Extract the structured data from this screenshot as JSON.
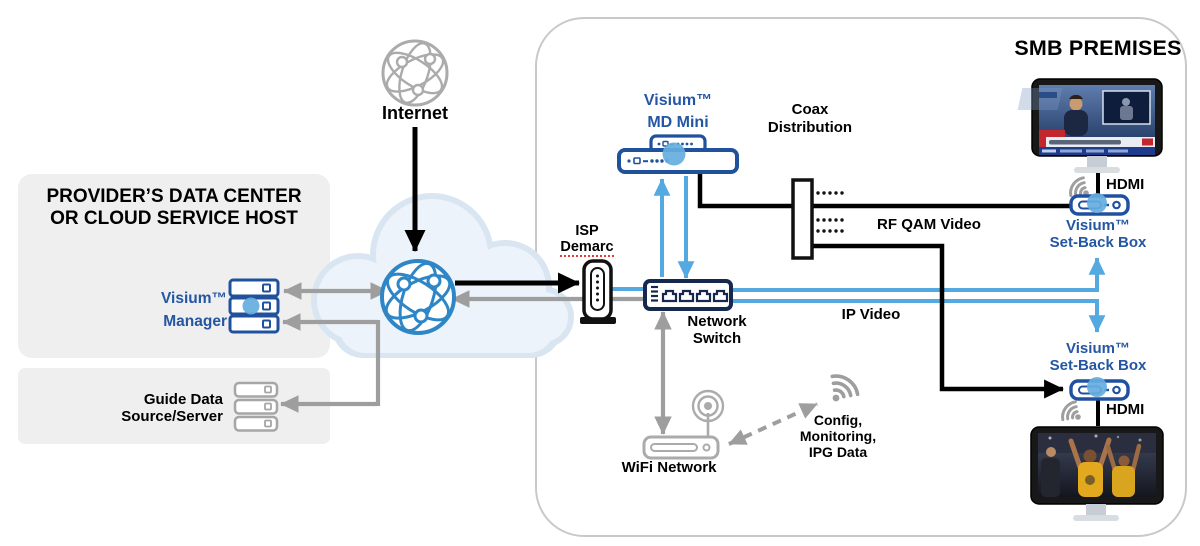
{
  "diagram": {
    "smb_title": "SMB PREMISES",
    "provider": {
      "title1": "PROVIDER’S DATA CENTER",
      "title2": "OR CLOUD SERVICE HOST"
    },
    "manager": {
      "l1": "Visium™",
      "l2": "Manager"
    },
    "guide": {
      "l1": "Guide Data",
      "l2": "Source/Server"
    },
    "internet_label": "Internet",
    "isp": {
      "l1": "ISP",
      "l2": "Demarc"
    },
    "md_mini": {
      "l1": "Visium™",
      "l2": "MD Mini"
    },
    "coax": {
      "l1": "Coax",
      "l2": "Distribution"
    },
    "network_switch": {
      "l1": "Network",
      "l2": "Switch"
    },
    "rf_qam_label": "RF QAM Video",
    "ip_video_label": "IP Video",
    "wifi_label": "WiFi Network",
    "config": {
      "l1": "Config,",
      "l2": "Monitoring,",
      "l3": "IPG Data"
    },
    "setback_top": {
      "l1": "Visium™",
      "l2": "Set-Back Box",
      "hdmi": "HDMI"
    },
    "setback_bottom": {
      "l1": "Visium™",
      "l2": "Set-Back Box",
      "hdmi": "HDMI"
    },
    "colors": {
      "label_blue": "#2456A3",
      "device_navy": "#20519C",
      "switch_navy": "#15294F",
      "line_blue": "#54A9E1",
      "line_gray": "#9E9E9E",
      "cloud_fill": "#EDF3FA",
      "cloud_band": "#D9E6F1",
      "globe_blue": "#2E86C6",
      "panel_gray": "#EFEFEF"
    }
  }
}
